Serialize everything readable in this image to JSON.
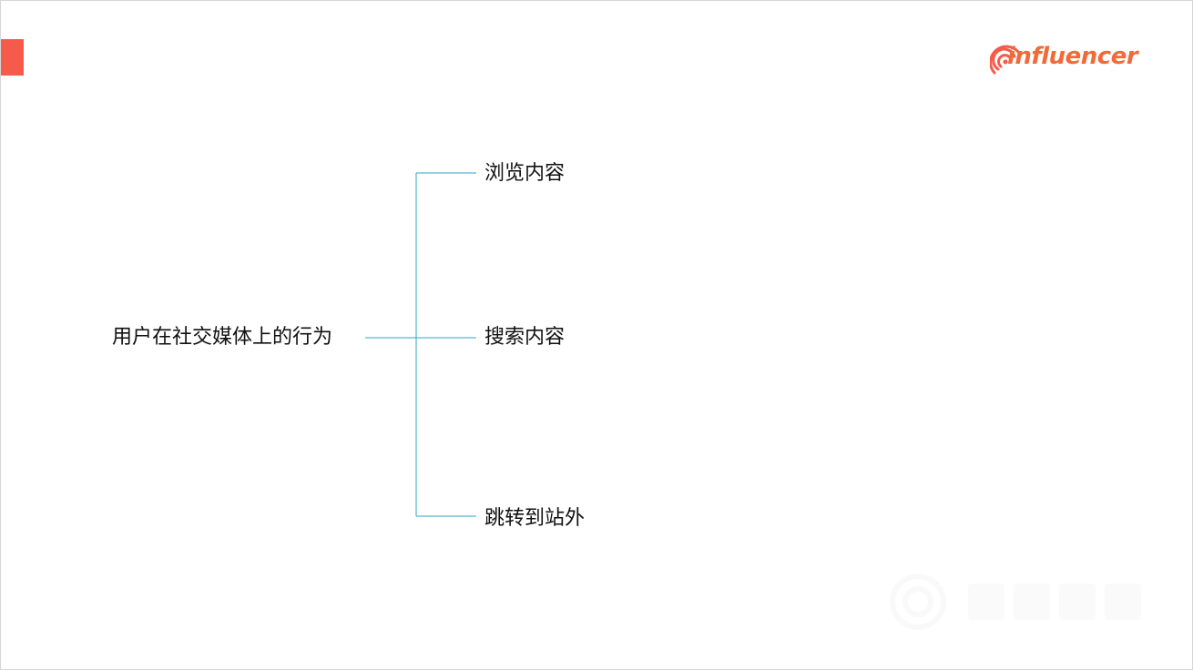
{
  "logo": {
    "text": "influencer",
    "color": "#f26a3a"
  },
  "accent_color": "#f65a4a",
  "line_color": "#2aa6c8",
  "diagram": {
    "root": "用户在社交媒体上的行为",
    "branches": [
      {
        "label": "浏览内容"
      },
      {
        "label": "搜索内容"
      },
      {
        "label": "跳转到站外"
      }
    ]
  }
}
